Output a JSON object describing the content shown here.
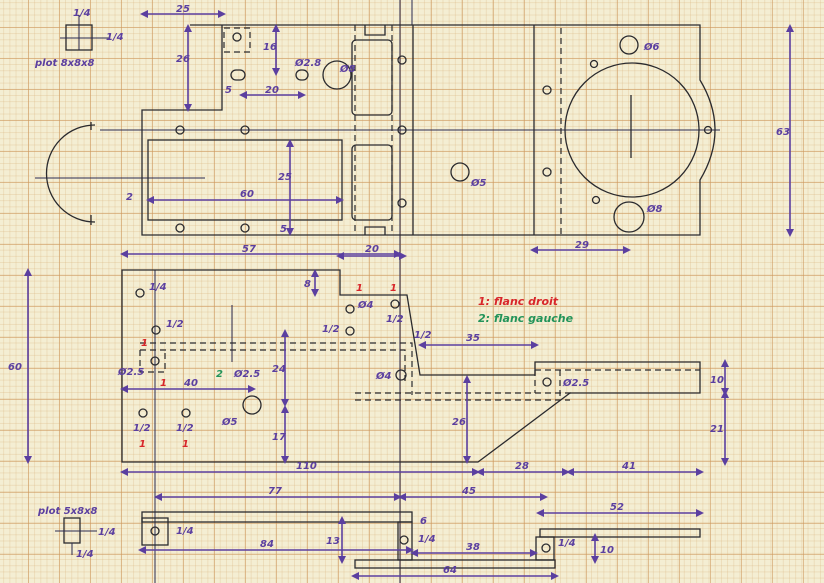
{
  "colors": {
    "ink": "#2a2a2e",
    "dimension": "#5b3fa0",
    "red": "#d8262a",
    "green": "#23945a",
    "paper": "#f4eed3"
  },
  "legend": {
    "item1": "1: flanc droit",
    "item2": "2: flanc gauche"
  },
  "top_view": {
    "plot_label": "plot 8x8x8",
    "plot_dim_a": "1/4",
    "plot_dim_b": "1/4",
    "dims": [
      "25",
      "26",
      "16",
      "Ø2.8",
      "Ø8",
      "5",
      "20",
      "25",
      "60",
      "2",
      "5",
      "Ø5",
      "Ø6",
      "Ø8",
      "63",
      "29"
    ]
  },
  "side_view": {
    "dims": [
      "57",
      "20",
      "8",
      "1/4",
      "1/2",
      "Ø2.5",
      "40",
      "2",
      "Ø2.5",
      "Ø5",
      "1/2",
      "1/2",
      "24",
      "17",
      "1/2",
      "Ø4",
      "1/2",
      "1/2",
      "Ø4",
      "35",
      "Ø2.5",
      "26",
      "10",
      "21",
      "110",
      "28",
      "41"
    ],
    "marks": [
      "1",
      "1",
      "1",
      "1",
      "1",
      "1",
      "2"
    ]
  },
  "bottom_view": {
    "plot_label": "plot 5x8x8",
    "plot_dim_a": "1/4",
    "plot_dim_b": "1/4",
    "dims": [
      "77",
      "45",
      "1/4",
      "6",
      "1/4",
      "13",
      "84",
      "38",
      "1/4",
      "10",
      "52",
      "64"
    ]
  }
}
